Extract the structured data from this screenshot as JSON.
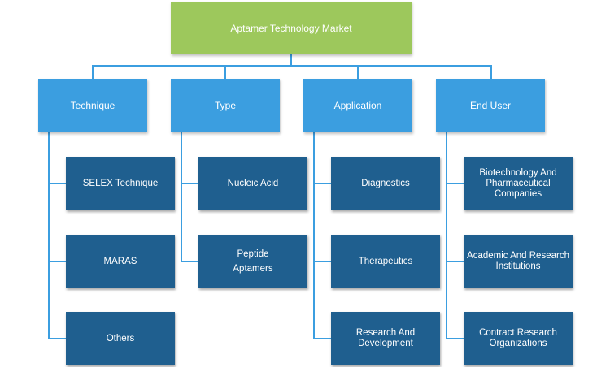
{
  "root": {
    "label": "Aptamer Technology Market"
  },
  "categories": [
    {
      "label": "Technique",
      "items": [
        "SELEX Technique",
        "MARAS",
        "Others"
      ]
    },
    {
      "label": "Type",
      "items": [
        "Nucleic Acid",
        "Peptide\nAptamers"
      ]
    },
    {
      "label": "Application",
      "items": [
        "Diagnostics",
        "Therapeutics",
        "Research And\nDevelopment"
      ]
    },
    {
      "label": "End User",
      "items": [
        "Biotechnology And\nPharmaceutical\nCompanies",
        "Academic And Research\nInstitutions",
        "Contract Research\nOrganizations"
      ]
    }
  ],
  "colors": {
    "root": "#9dc85c",
    "category": "#3b9ee0",
    "leaf": "#1f5f8f",
    "connector": "#3b9ee0"
  }
}
